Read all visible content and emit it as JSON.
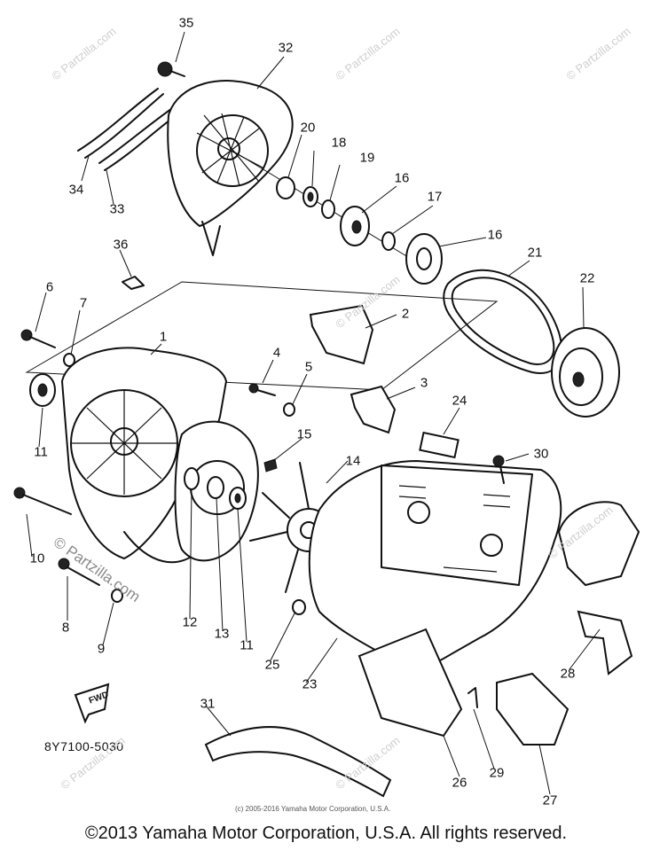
{
  "callouts": [
    "35",
    "32",
    "20",
    "18",
    "19",
    "16",
    "17",
    "16",
    "21",
    "22",
    "34",
    "33",
    "36",
    "6",
    "7",
    "1",
    "2",
    "4",
    "5",
    "3",
    "24",
    "30",
    "15",
    "14",
    "11",
    "10",
    "8",
    "9",
    "12",
    "13",
    "11",
    "25",
    "23",
    "28",
    "29",
    "26",
    "27",
    "31"
  ],
  "diagram_code": "8Y7100-5030",
  "fwd_label": "FWD",
  "small_copyright": "(c) 2005-2016 Yamaha Motor Corporation, U.S.A.",
  "footer_copyright": "©2013 Yamaha Motor Corporation, U.S.A. All rights reserved.",
  "watermark_text": "© Partzilla.com",
  "colors": {
    "ink": "#111111",
    "background": "#ffffff",
    "watermark": "#cfcfcf"
  }
}
